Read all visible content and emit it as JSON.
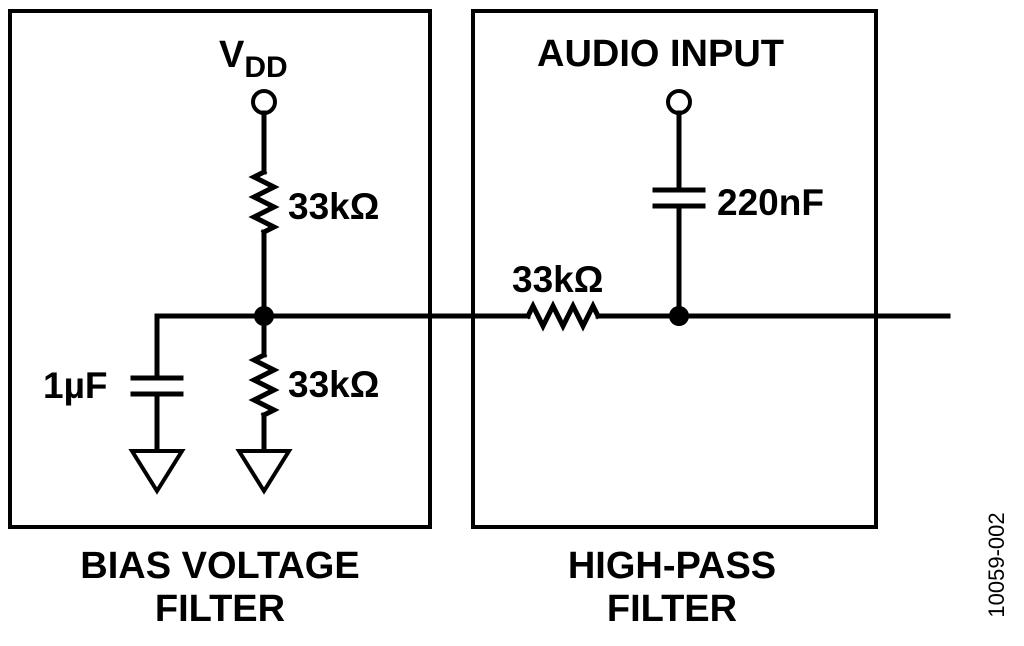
{
  "bias_block": {
    "supply_label": "V",
    "supply_subscript": "DD",
    "upper_resistor": "33kΩ",
    "lower_resistor": "33kΩ",
    "capacitor": "1µF",
    "caption_line1": "BIAS VOLTAGE",
    "caption_line2": "FILTER"
  },
  "highpass_block": {
    "input_label": "AUDIO INPUT",
    "capacitor": "220nF",
    "series_resistor": "33kΩ",
    "caption_line1": "HIGH-PASS",
    "caption_line2": "FILTER"
  },
  "figure_id": "10059-002"
}
